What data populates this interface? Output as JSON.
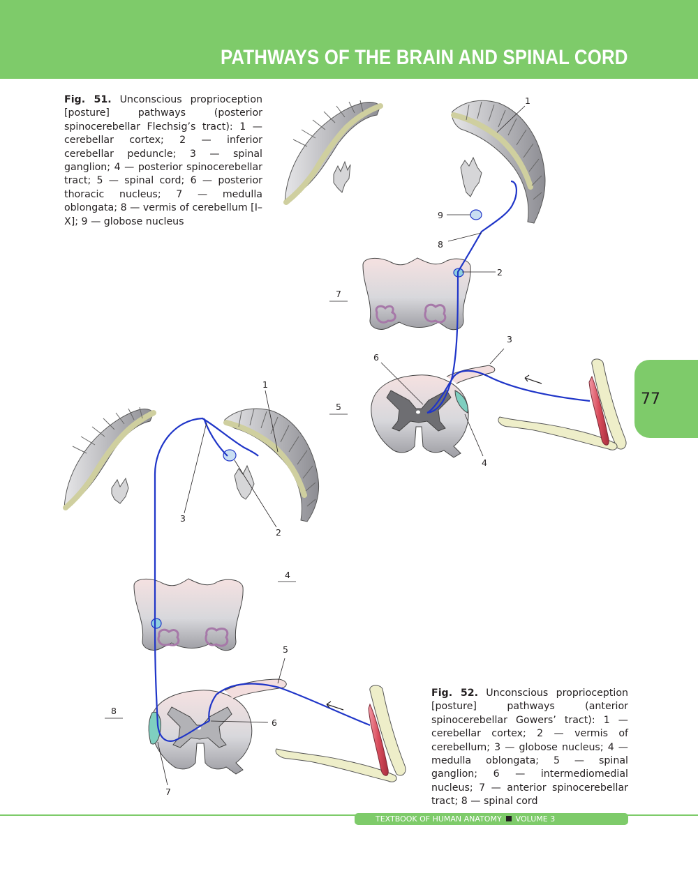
{
  "header": {
    "title": "PATHWAYS OF THE BRAIN AND SPINAL CORD"
  },
  "page_number": "77",
  "captions": {
    "fig51": {
      "label": "Fig. 51.",
      "text": " Unconscious proprioception [posture] pathways (posterior spinocerebellar Flechsig’s tract): 1 — cerebellar cortex; 2 — inferior cerebellar peduncle; 3 — spinal ganglion; 4 — posterior spinocerebellar tract; 5 — spinal cord; 6 — posterior thoracic nucleus; 7 — medulla oblongata; 8 — vermis of cerebellum [I–X]; 9 — globose nucleus"
    },
    "fig52": {
      "label": "Fig. 52.",
      "text": " Unconscious proprioception [posture] pathways (anterior spinocerebellar Gowers’ tract): 1 — cerebellar cortex; 2 — vermis of cerebellum; 3 — globose nucleus; 4 — medulla oblongata; 5 — spinal ganglion; 6 — intermediomedial nucleus; 7 — anterior spinocerebellar tract; 8 — spinal cord"
    }
  },
  "figure51_labels": {
    "l1": "1",
    "l2": "2",
    "l3": "3",
    "l4": "4",
    "l5": "5",
    "l6": "6",
    "l7": "7",
    "l8": "8",
    "l9": "9"
  },
  "figure52_labels": {
    "l1": "1",
    "l2": "2",
    "l3": "3",
    "l4": "4",
    "l5": "5",
    "l6": "6",
    "l7": "7",
    "l8": "8"
  },
  "footer": {
    "book": "TEXTBOOK OF HUMAN ANATOMY",
    "volume": "VOLUME 3"
  },
  "colors": {
    "accent_green": "#7ecb6a",
    "pathway_blue": "#1f35c8",
    "tissue_pink": "#f6e4e4",
    "gray_matter": "#6e6e72",
    "muscle_red": "#d94c5c",
    "bone": "#eeeec9"
  }
}
